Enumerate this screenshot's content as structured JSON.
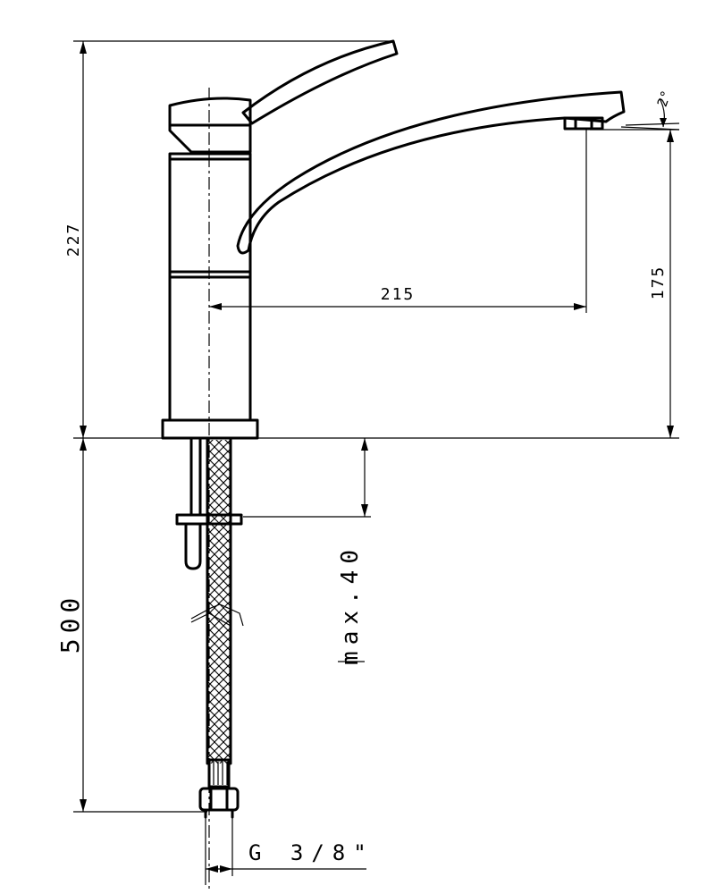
{
  "drawing": {
    "dimensions": {
      "total_height": "227",
      "spout_reach": "215",
      "spout_height": "175",
      "spout_angle": "2°",
      "hose_length": "500",
      "deck_thickness": "max.40",
      "thread": "G 3/8\""
    }
  }
}
